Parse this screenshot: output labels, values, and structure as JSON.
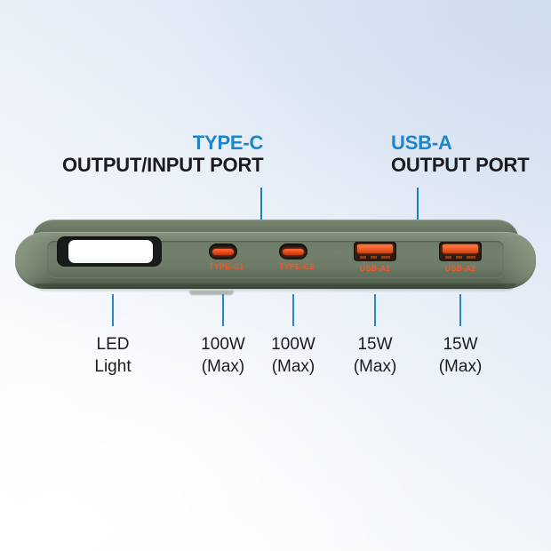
{
  "scene": {
    "product": "power-bank",
    "body_color": "#6b7964",
    "accent_blue": "#1b86c8",
    "port_label_color": "#f1592a",
    "background_from": "#d5e1f1",
    "background_to": "#ffffff"
  },
  "callouts": [
    {
      "id": "type-c",
      "kind": "TYPE-C",
      "role": "OUTPUT/INPUT PORT"
    },
    {
      "id": "usb-a",
      "kind": "USB-A",
      "role": "OUTPUT PORT"
    }
  ],
  "features": [
    {
      "id": "led-light",
      "type": "led-window",
      "port_label": "",
      "caption_line1": "LED",
      "caption_line2": "Light"
    },
    {
      "id": "type-c1",
      "type": "usb-c",
      "port_label": "TYPE-C1",
      "caption_line1": "100W",
      "caption_line2": "(Max)"
    },
    {
      "id": "type-c2",
      "type": "usb-c",
      "port_label": "TYPE-C2",
      "caption_line1": "100W",
      "caption_line2": "(Max)"
    },
    {
      "id": "usb-a1",
      "type": "usb-a",
      "port_label": "USB-A1",
      "caption_line1": "15W",
      "caption_line2": "(Max)"
    },
    {
      "id": "usb-a2",
      "type": "usb-a",
      "port_label": "USB-A2",
      "caption_line1": "15W",
      "caption_line2": "(Max)"
    }
  ]
}
